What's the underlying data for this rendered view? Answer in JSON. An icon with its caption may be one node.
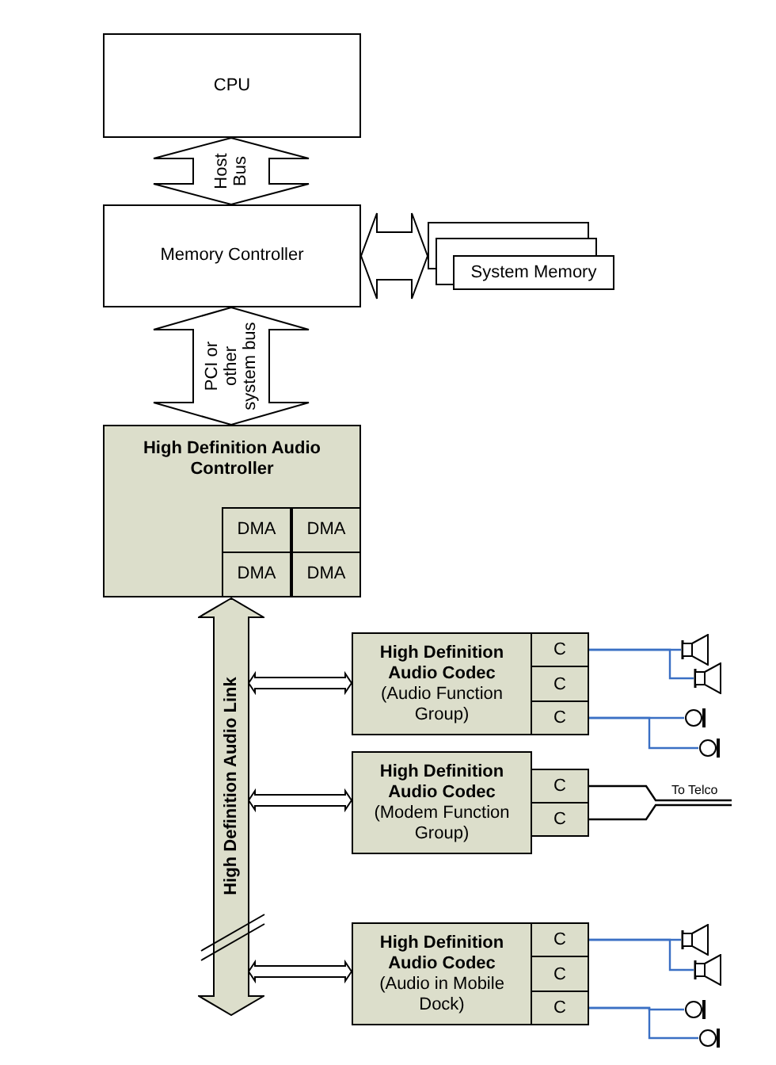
{
  "diagram": {
    "nodes": [
      {
        "text": [
          "CPU"
        ]
      },
      {
        "text": [
          "Memory Controller"
        ]
      },
      {
        "text": [
          "System Memory"
        ]
      },
      {
        "text": [
          "High Definition Audio Controller"
        ]
      },
      {
        "text": [
          "DMA"
        ],
        "in": 3
      },
      {
        "text": [
          "DMA"
        ],
        "in": 3
      },
      {
        "text": [
          "DMA"
        ],
        "in": 3
      },
      {
        "text": [
          "DMA"
        ],
        "in": 3
      },
      {
        "text": [
          "High Definition Audio Link"
        ]
      },
      {
        "text": [
          "High Definition Audio Codec",
          "(Audio Function Group)"
        ]
      },
      {
        "text": [
          "C"
        ]
      },
      {
        "text": [
          "C"
        ]
      },
      {
        "text": [
          "C"
        ]
      },
      {
        "text": [
          "High Definition Audio Codec",
          "(Modem Function Group)"
        ]
      },
      {
        "text": [
          "C"
        ]
      },
      {
        "text": [
          "C"
        ]
      },
      {
        "text": [
          "High Definition Audio Codec",
          "(Audio in Mobile Dock)"
        ]
      },
      {
        "text": [
          "C"
        ]
      },
      {
        "text": [
          "C"
        ]
      },
      {
        "text": [
          "C"
        ]
      },
      {
        "text": [],
        "shape": "speaker"
      },
      {
        "text": [],
        "shape": "speaker"
      },
      {
        "text": [],
        "shape": "microphone"
      },
      {
        "text": [],
        "shape": "microphone"
      },
      {
        "text": [],
        "shape": "speaker"
      },
      {
        "text": [],
        "shape": "speaker"
      },
      {
        "text": [],
        "shape": "microphone"
      },
      {
        "text": [],
        "shape": "microphone"
      }
    ],
    "edges": [
      {
        "from": 0,
        "to": 1,
        "arrow": "both",
        "label": "Host Bus",
        "style": "thick"
      },
      {
        "from": 1,
        "to": 2,
        "arrow": "both",
        "style": "thick"
      },
      {
        "from": 1,
        "to": 3,
        "arrow": "both",
        "label": "PCI or other system bus",
        "style": "thick"
      },
      {
        "from": 8,
        "to": 9,
        "arrow": "both",
        "style": "thick"
      },
      {
        "from": 8,
        "to": 13,
        "arrow": "both",
        "style": "thick"
      },
      {
        "from": 8,
        "to": 16,
        "arrow": "both",
        "style": "thick"
      },
      {
        "from": 10,
        "to": 20,
        "arrow": "none",
        "color": "#3a6fc4"
      },
      {
        "from": 10,
        "to": 21,
        "arrow": "none",
        "color": "#3a6fc4"
      },
      {
        "from": 12,
        "to": 22,
        "arrow": "none",
        "color": "#3a6fc4"
      },
      {
        "from": 12,
        "to": 23,
        "arrow": "none",
        "color": "#3a6fc4"
      },
      {
        "from": 17,
        "to": 24,
        "arrow": "none",
        "color": "#3a6fc4"
      },
      {
        "from": 17,
        "to": 25,
        "arrow": "none",
        "color": "#3a6fc4"
      },
      {
        "from": 19,
        "to": 26,
        "arrow": "none",
        "color": "#3a6fc4"
      },
      {
        "from": 19,
        "to": 27,
        "arrow": "none",
        "color": "#3a6fc4"
      },
      {
        "from": 14,
        "to": null,
        "arrow": "none",
        "color": "#000000"
      },
      {
        "from": 15,
        "to": null,
        "arrow": "none",
        "color": "#000000"
      }
    ],
    "labels": [
      "To Telco"
    ]
  }
}
